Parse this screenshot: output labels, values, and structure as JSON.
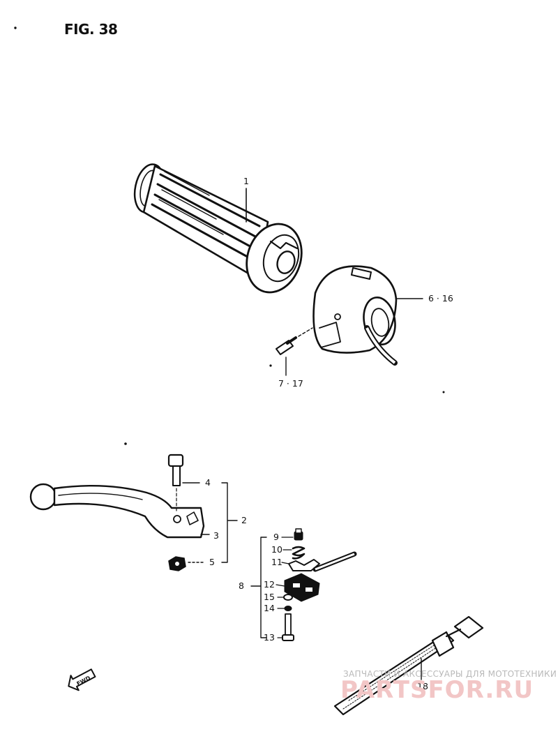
{
  "figure": {
    "title": "FIG. 38"
  },
  "callouts": {
    "grip": "1",
    "switch_housing": "6 · 16",
    "screw": "7 · 17",
    "lever_assembly": "2",
    "bolt": "4",
    "lever": "3",
    "nut": "5",
    "holder_assembly": "8",
    "part_9": "9",
    "part_10": "10",
    "part_11": "11",
    "part_12": "12",
    "part_15": "15",
    "part_14": "14",
    "part_13": "13",
    "band": "18"
  },
  "fwd_label": "FWD",
  "watermark": {
    "caption": "ЗАПЧАСТИ И АКСЕССУАРЫ ДЛЯ МОТОТЕХНИКИ",
    "logo": "PARTSFOR.RU"
  }
}
